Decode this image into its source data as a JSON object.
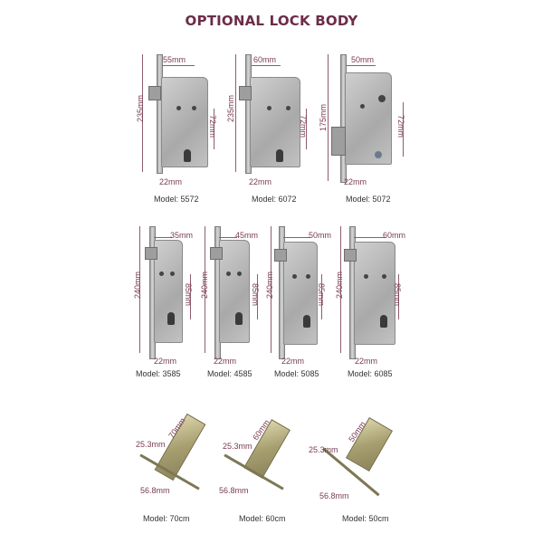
{
  "title": "OPTIONAL LOCK BODY",
  "row1": [
    {
      "model": "Model: 5572",
      "backset": "55mm",
      "height": "235mm",
      "center": "72mm",
      "faceplate": "22mm"
    },
    {
      "model": "Model: 6072",
      "backset": "60mm",
      "height": "235mm",
      "center": "72mm",
      "faceplate": "22mm"
    },
    {
      "model": "Model: 5072",
      "backset": "50mm",
      "height": "175mm",
      "center": "72mm",
      "faceplate": "22mm"
    }
  ],
  "row2": [
    {
      "model": "Model: 3585",
      "backset": "35mm",
      "height": "240mm",
      "center": "85mm",
      "faceplate": "22mm"
    },
    {
      "model": "Model: 4585",
      "backset": "45mm",
      "height": "240mm",
      "center": "85mm",
      "faceplate": "22mm"
    },
    {
      "model": "Model: 5085",
      "backset": "50mm",
      "height": "240mm",
      "center": "85mm",
      "faceplate": "22mm"
    },
    {
      "model": "Model: 6085",
      "backset": "60mm",
      "height": "240mm",
      "center": "85mm",
      "faceplate": "22mm"
    }
  ],
  "row3": [
    {
      "model": "Model: 70cm",
      "length": "70mm",
      "width": "25.3mm",
      "plate": "56.8mm"
    },
    {
      "model": "Model: 60cm",
      "length": "60mm",
      "width": "25.3mm",
      "plate": "56.8mm"
    },
    {
      "model": "Model: 50cm",
      "length": "50mm",
      "width": "25.3mm",
      "plate": "56.8mm"
    }
  ]
}
